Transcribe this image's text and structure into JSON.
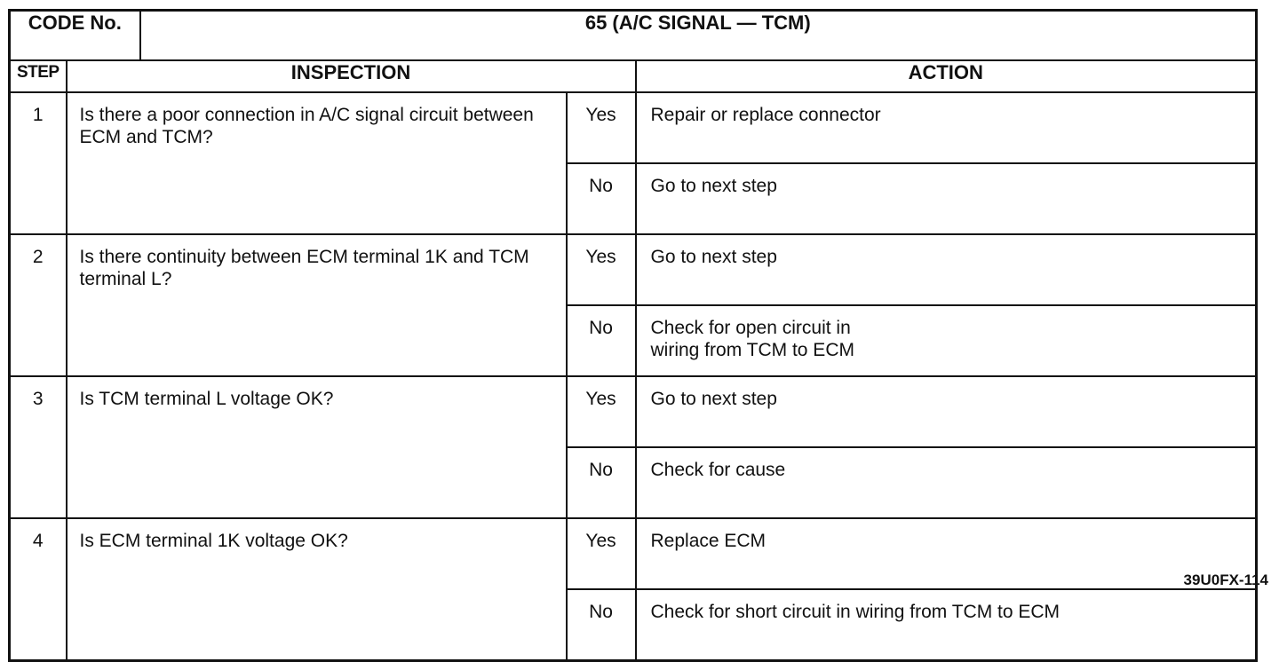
{
  "header": {
    "code_label": "CODE No.",
    "code_title": "65 (A/C  SIGNAL — TCM)"
  },
  "columns": {
    "step": "STEP",
    "inspection": "INSPECTION",
    "action": "ACTION"
  },
  "steps": [
    {
      "number": "1",
      "inspection": "Is there a poor connection in A/C signal circuit between ECM and TCM?",
      "yes_label": "Yes",
      "yes_action": "Repair or replace connector",
      "no_label": "No",
      "no_action": "Go to next step"
    },
    {
      "number": "2",
      "inspection": "Is there continuity between ECM terminal 1K and TCM terminal L?",
      "yes_label": "Yes",
      "yes_action": "Go to next step",
      "no_label": "No",
      "no_action": "Check for open circuit in wiring from TCM to ECM"
    },
    {
      "number": "3",
      "inspection": "Is TCM terminal L voltage OK?",
      "yes_label": "Yes",
      "yes_action": "Go to next step",
      "no_label": "No",
      "no_action": "Check for cause"
    },
    {
      "number": "4",
      "inspection": "Is ECM terminal 1K voltage OK?",
      "yes_label": "Yes",
      "yes_action": "Replace ECM",
      "no_label": "No",
      "no_action": "Check for short circuit in wiring from TCM to ECM"
    }
  ],
  "figure_id": "39U0FX-114"
}
